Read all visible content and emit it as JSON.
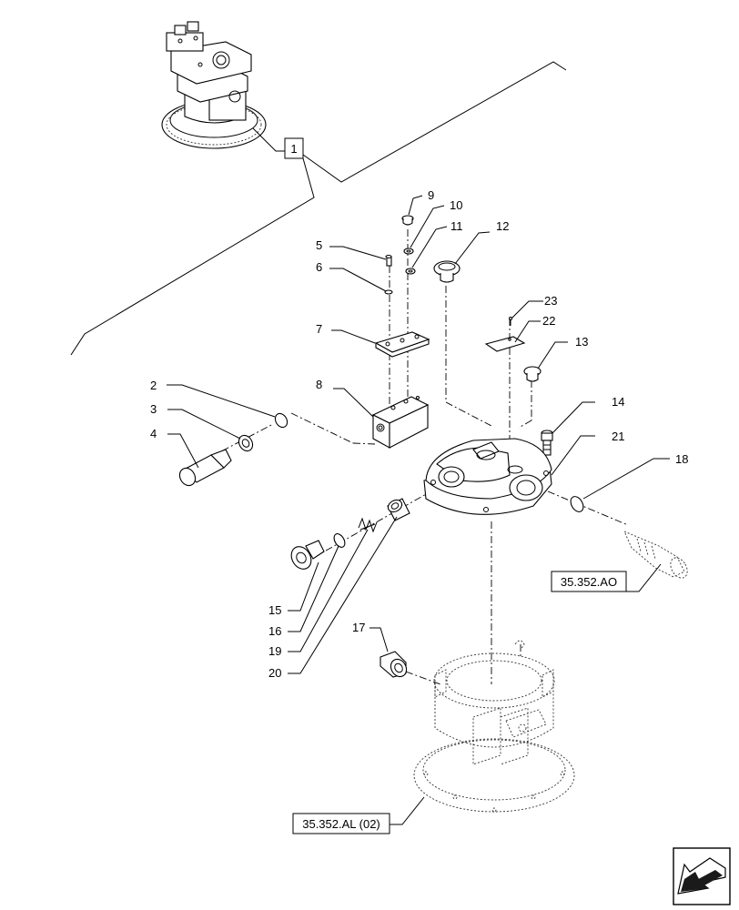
{
  "diagram": {
    "assembly_callout": "1",
    "callouts": {
      "c2": "2",
      "c3": "3",
      "c4": "4",
      "c5": "5",
      "c6": "6",
      "c7": "7",
      "c8": "8",
      "c9": "9",
      "c10": "10",
      "c11": "11",
      "c12": "12",
      "c13": "13",
      "c14": "14",
      "c15": "15",
      "c16": "16",
      "c17": "17",
      "c18": "18",
      "c19": "19",
      "c20": "20",
      "c21": "21",
      "c22": "22",
      "c23": "23"
    },
    "references": {
      "ao": "35.352.AO",
      "al": "35.352.AL (02)"
    }
  },
  "nav": {
    "icon": "next-page-arrow-icon"
  }
}
